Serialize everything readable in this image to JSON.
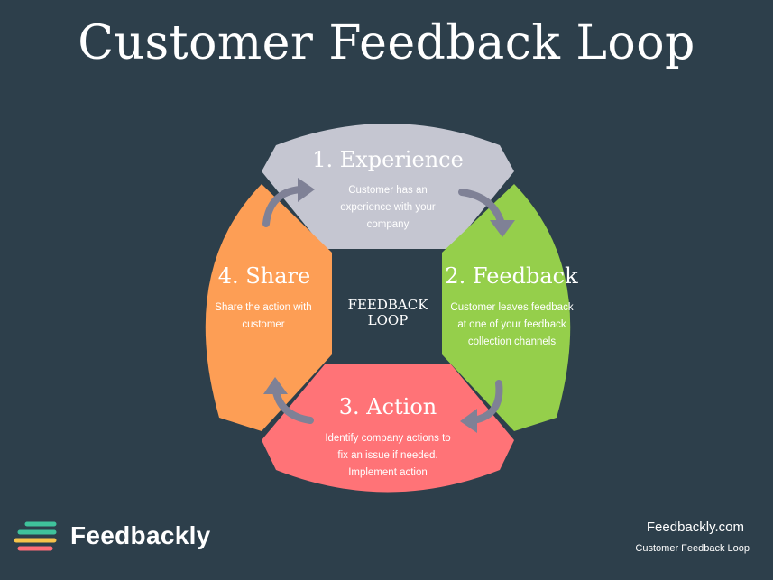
{
  "title": "Customer Feedback Loop",
  "center_label": [
    "FEEDBACK",
    "LOOP"
  ],
  "segments": [
    {
      "title": "1. Experience",
      "desc": [
        "Customer has an",
        "experience with your",
        "company"
      ],
      "color": "#c5c6d1"
    },
    {
      "title": "2. Feedback",
      "desc": [
        "Customer leaves feedback",
        "at one of your feedback",
        "collection channels"
      ],
      "color": "#95cf4b"
    },
    {
      "title": "3. Action",
      "desc": [
        "Identify company actions to",
        "fix an issue if needed.",
        "Implement action"
      ],
      "color": "#ff7377"
    },
    {
      "title": "4. Share",
      "desc": [
        "Share the action with",
        "customer"
      ],
      "color": "#fd9e55"
    }
  ],
  "arrow_color": "#7f8196",
  "footer": {
    "brand": "Feedbackly",
    "site": "Feedbackly.com",
    "site_sub": "Customer Feedback Loop",
    "logo_colors": [
      "#3fc29b",
      "#f6c34b",
      "#ff6e78"
    ]
  }
}
